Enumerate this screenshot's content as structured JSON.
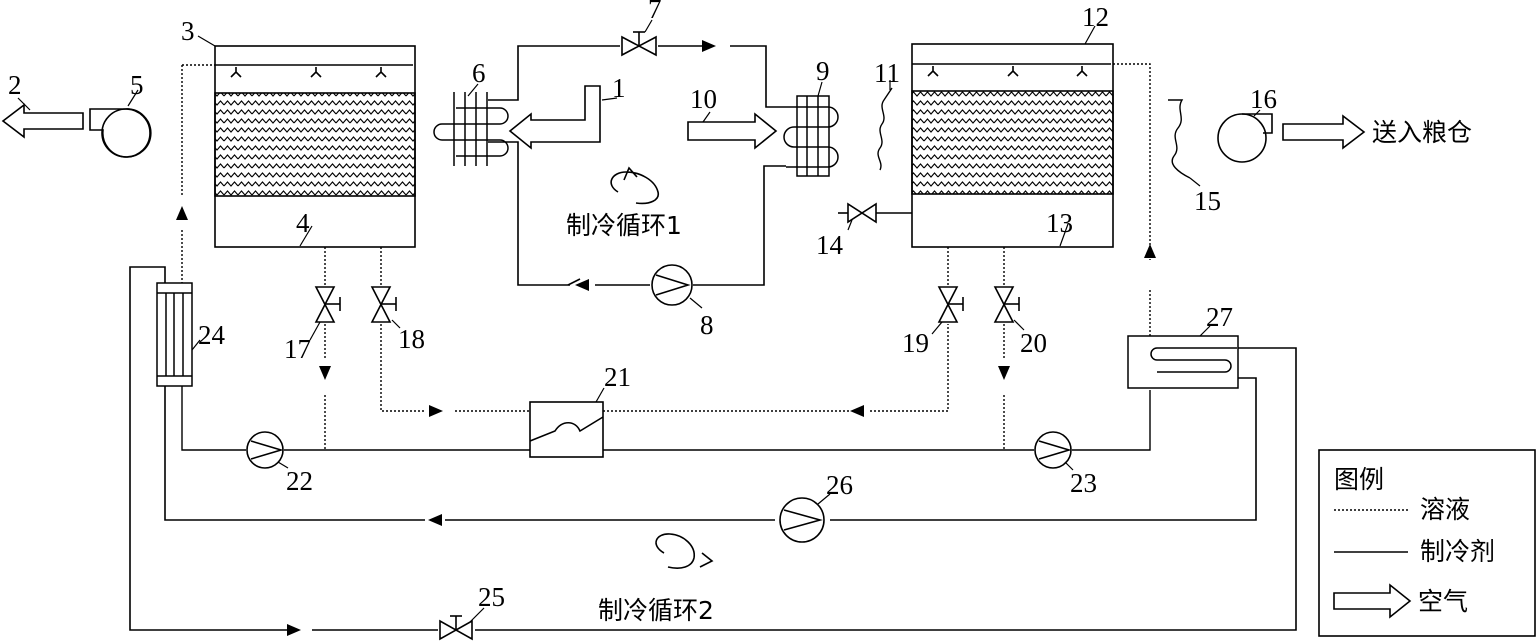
{
  "numbers": {
    "n1": "1",
    "n2": "2",
    "n3": "3",
    "n4": "4",
    "n5": "5",
    "n6": "6",
    "n7": "7",
    "n8": "8",
    "n9": "9",
    "n10": "10",
    "n11": "11",
    "n12": "12",
    "n13": "13",
    "n14": "14",
    "n15": "15",
    "n16": "16",
    "n17": "17",
    "n18": "18",
    "n19": "19",
    "n20": "20",
    "n21": "21",
    "n22": "22",
    "n23": "23",
    "n24": "24",
    "n25": "25",
    "n26": "26",
    "n27": "27"
  },
  "labels": {
    "cycle1": "制冷循环1",
    "cycle2": "制冷循环2",
    "to_granary": "送入粮仓"
  },
  "legend": {
    "title": "图例",
    "solution": "溶液",
    "refrigerant": "制冷剂",
    "air": "空气"
  }
}
